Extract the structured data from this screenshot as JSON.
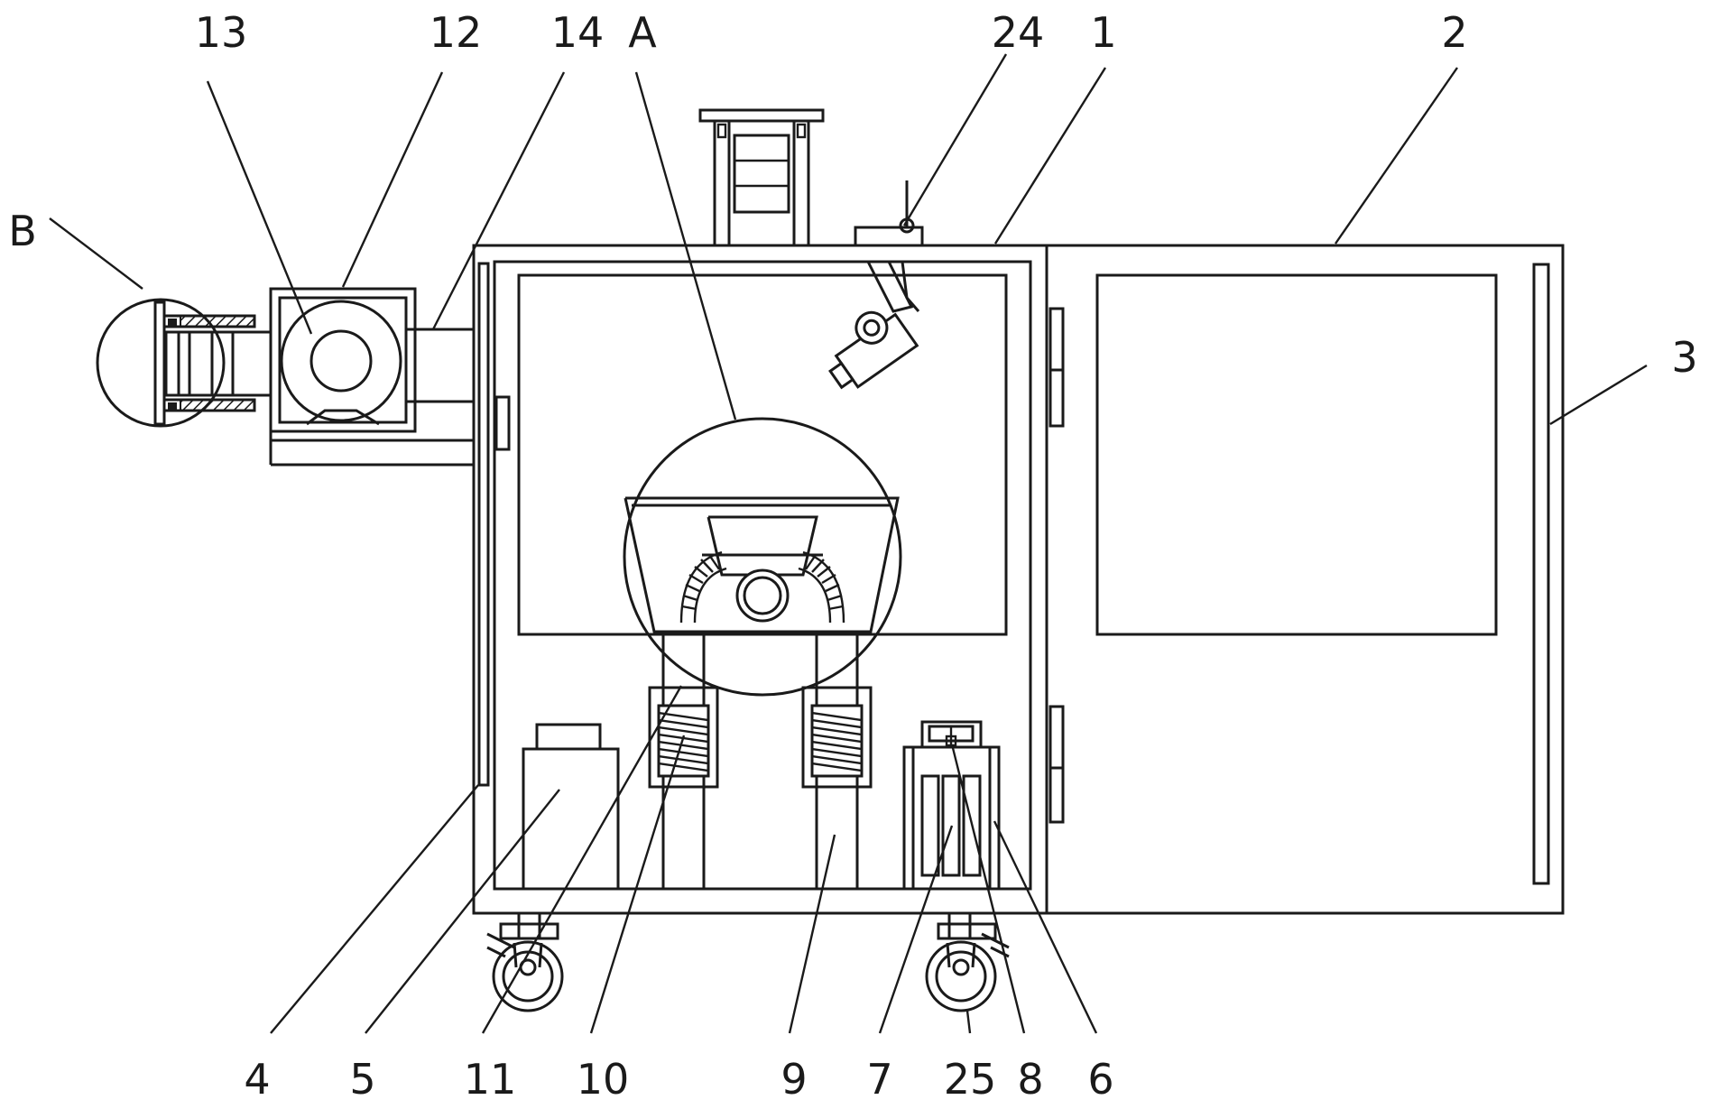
{
  "labels": {
    "l13": "13",
    "l12": "12",
    "l14": "14",
    "lA": "A",
    "l24": "24",
    "l1": "1",
    "l2": "2",
    "lB": "B",
    "l3": "3",
    "l4": "4",
    "l5": "5",
    "l11": "11",
    "l10": "10",
    "l9": "9",
    "l7": "7",
    "l25": "25",
    "l8": "8",
    "l6": "6"
  },
  "colors": {
    "stroke": "#1a1a1a",
    "background": "#ffffff",
    "hatch": "#1a1a1a"
  }
}
